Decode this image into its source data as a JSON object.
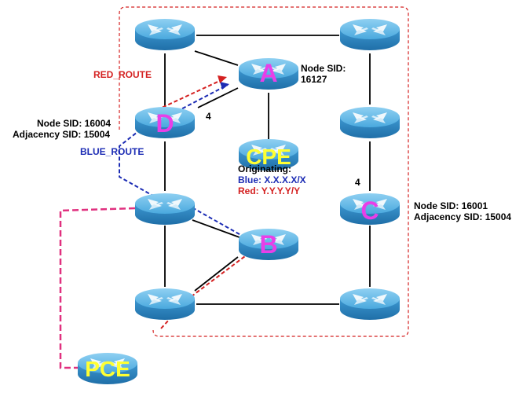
{
  "colors": {
    "red_route": "#d42020",
    "blue_route": "#1c2cb4",
    "pce_link": "#e0307f",
    "router_letter": "#e83fe8",
    "cpe_letter": "#ffff33",
    "router_body": "#3c9fd8",
    "link": "#000000"
  },
  "routers": {
    "top_left": {
      "letter": ""
    },
    "top_right": {
      "letter": ""
    },
    "a": {
      "letter": "A"
    },
    "d": {
      "letter": "D"
    },
    "right_mid": {
      "letter": ""
    },
    "cpe": {
      "letter": "CPE"
    },
    "mid_left": {
      "letter": ""
    },
    "c": {
      "letter": "C"
    },
    "b": {
      "letter": "B"
    },
    "bottom_left": {
      "letter": ""
    },
    "bottom_right": {
      "letter": ""
    },
    "pce": {
      "letter": "PCE"
    }
  },
  "labels": {
    "red_route": "RED_ROUTE",
    "blue_route": "BLUE_ROUTE",
    "node_a_line1": "Node SID:",
    "node_a_line2": "16127",
    "node_d_line1": "Node SID: 16004",
    "node_d_line2": "Adjacency SID: 15004",
    "node_c_line1": "Node SID: 16001",
    "node_c_line2": "Adjacency SID: 15004",
    "metric_ad": "4",
    "metric_c": "4",
    "originating": "Originating:",
    "blue_prefix": "Blue: X.X.X.X/X",
    "red_prefix": "Red: Y.Y.Y.Y/Y"
  }
}
